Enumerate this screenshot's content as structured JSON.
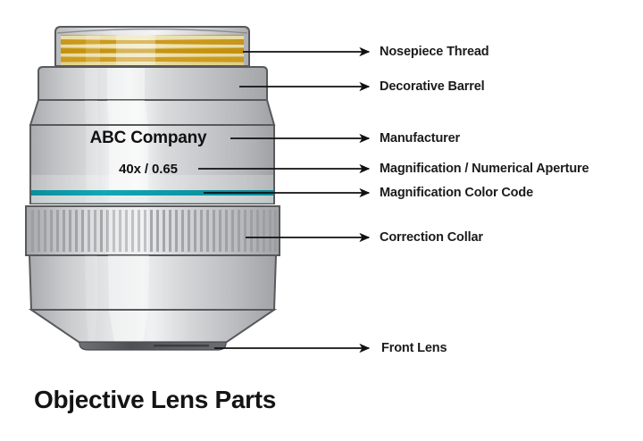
{
  "figure": {
    "title": "Objective Lens Parts",
    "subject": "microscope-objective-lens",
    "background_color": "#ffffff"
  },
  "engravings": {
    "manufacturer": "ABC Company",
    "magnification_na": "40x / 0.65"
  },
  "colors": {
    "thread_gold_dark": "#C9971A",
    "thread_gold_light": "#E9D9A6",
    "magnification_color_code": "#0E9AA7",
    "body_gray_light": "#E3E4E6",
    "body_gray_mid": "#C2C4C7",
    "body_gray_dark": "#A6A8AB",
    "outline": "#58595B",
    "front_lens_dark": "#58595B",
    "label_text": "#1b1b1b",
    "leader_line": "#111111"
  },
  "labels": [
    {
      "id": "nosepiece-thread",
      "text": "Nosepiece Thread"
    },
    {
      "id": "decorative-barrel",
      "text": "Decorative Barrel"
    },
    {
      "id": "manufacturer",
      "text": "Manufacturer"
    },
    {
      "id": "magnification-na",
      "text": "Magnification / Numerical Aperture"
    },
    {
      "id": "color-code",
      "text": "Magnification Color Code"
    },
    {
      "id": "correction-collar",
      "text": "Correction Collar"
    },
    {
      "id": "front-lens",
      "text": "Front Lens"
    }
  ]
}
